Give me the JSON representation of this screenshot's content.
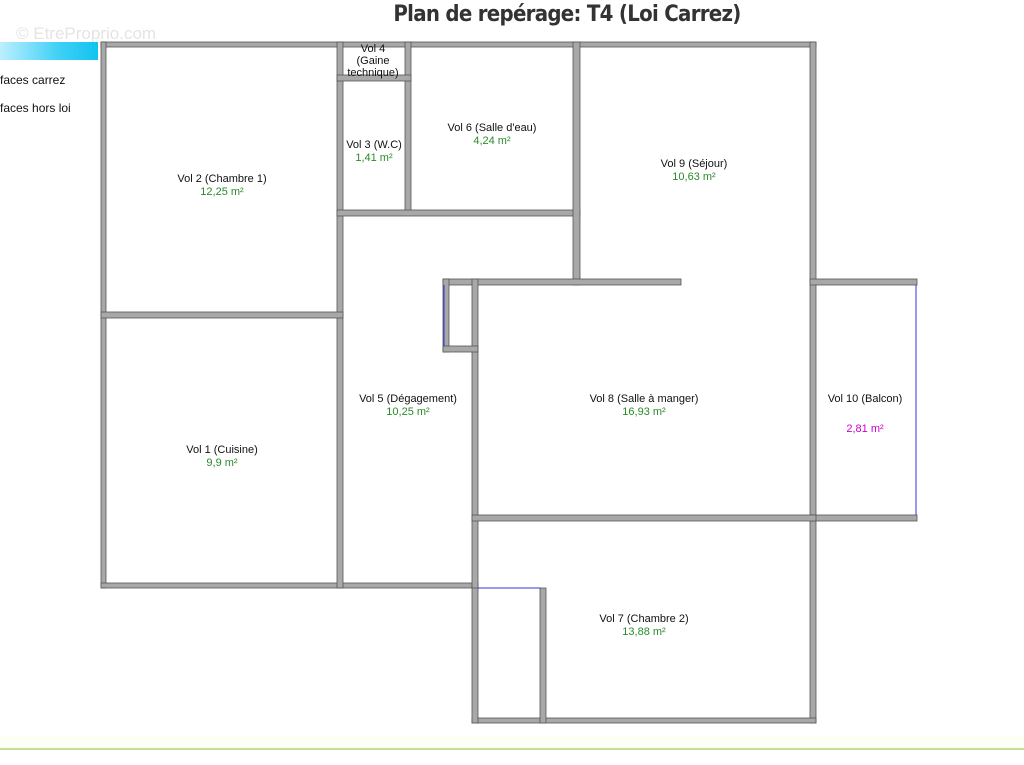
{
  "title": "Plan de repérage: T4 (Loi Carrez)",
  "watermark": "© EtreProprio.com",
  "legend": {
    "color": "#12c3ef",
    "items": [
      "faces carrez",
      "faces hors loi"
    ]
  },
  "colors": {
    "wall": "#a8a8a8",
    "wall_edge": "#555555",
    "carrez_area": "#2a8a2a",
    "hors_loi_area": "#cc00cc",
    "open_edge": "#3333dd"
  },
  "rooms": [
    {
      "name": "Vol 1 (Cuisine)",
      "area": "9,9 m²"
    },
    {
      "name": "Vol 2 (Chambre 1)",
      "area": "12,25 m²"
    },
    {
      "name": "Vol 3 (W.C)",
      "area": "1,41 m²"
    },
    {
      "name_lines": [
        "Vol 4",
        "(Gaine",
        "technique)"
      ]
    },
    {
      "name": "Vol 5 (Dégagement)",
      "area": "10,25 m²"
    },
    {
      "name": "Vol 6 (Salle d'eau)",
      "area": "4,24 m²"
    },
    {
      "name": "Vol 7 (Chambre 2)",
      "area": "13,88 m²"
    },
    {
      "name": "Vol 8 (Salle à manger)",
      "area": "16,93 m²"
    },
    {
      "name": "Vol 9 (Séjour)",
      "area": "10,63 m²"
    },
    {
      "name": "Vol 10 (Balcon)",
      "area": "2,81 m²"
    }
  ]
}
